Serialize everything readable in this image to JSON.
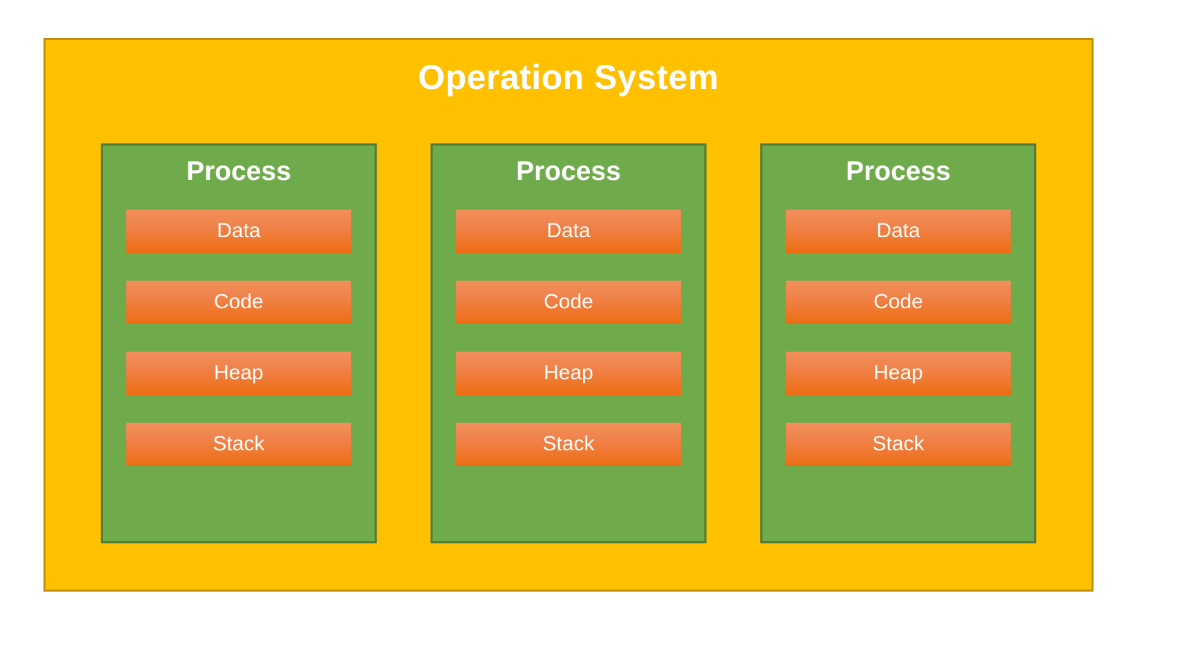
{
  "diagram": {
    "title": "Operation System",
    "colors": {
      "os_background": "#ffc000",
      "os_border": "#bf8f0f",
      "process_background": "#6fab4b",
      "process_border": "#4e7a35",
      "segment_gradient_top": "#f2905c",
      "segment_gradient_bottom": "#ec6c10",
      "text": "#ffffff",
      "page_background": "#ffffff"
    },
    "processes": [
      {
        "title": "Process",
        "segments": [
          {
            "label": "Data"
          },
          {
            "label": "Code"
          },
          {
            "label": "Heap"
          },
          {
            "label": "Stack"
          }
        ]
      },
      {
        "title": "Process",
        "segments": [
          {
            "label": "Data"
          },
          {
            "label": "Code"
          },
          {
            "label": "Heap"
          },
          {
            "label": "Stack"
          }
        ]
      },
      {
        "title": "Process",
        "segments": [
          {
            "label": "Data"
          },
          {
            "label": "Code"
          },
          {
            "label": "Heap"
          },
          {
            "label": "Stack"
          }
        ]
      }
    ]
  }
}
